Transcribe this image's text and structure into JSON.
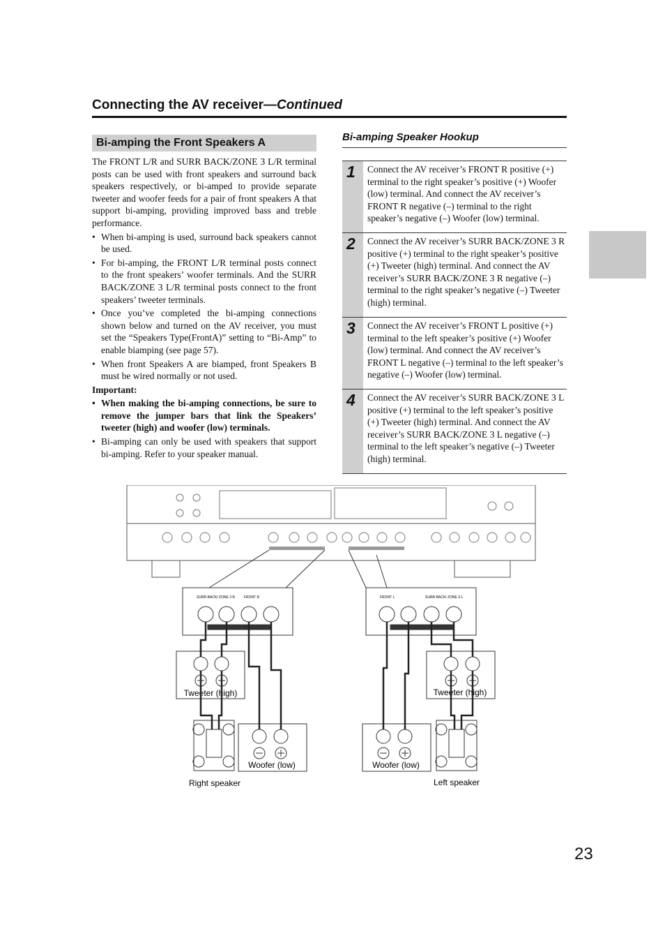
{
  "header": {
    "title": "Connecting the AV receiver",
    "continued": "—Continued"
  },
  "left": {
    "title": "Bi-amping the Front Speakers A",
    "intro": "The FRONT L/R and SURR BACK/ZONE 3 L/R terminal posts can be used with front speakers and surround back speakers respectively, or bi-amped to provide separate tweeter and woofer feeds for a pair of front speakers A that support bi-amping, providing improved bass and treble performance.",
    "bullets": [
      "When bi-amping is used, surround back speakers cannot be used.",
      "For bi-amping, the FRONT L/R terminal posts connect to the front speakers’ woofer terminals. And the SURR BACK/ZONE 3 L/R terminal posts connect to the front speakers’ tweeter terminals.",
      "Once you’ve completed the bi-amping connections shown below and turned on the AV receiver, you must set the “Speakers Type(FrontA)” setting to “Bi-Amp” to enable biamping (see page 57).",
      "When front Speakers A are biamped, front Speakers B must be wired normally or not used."
    ],
    "important_label": "Important:",
    "important_bullets": [
      "When making the bi-amping connections, be sure to remove the jumper bars that link the Speakers’ tweeter (high) and woofer (low) terminals."
    ],
    "last_bullets": [
      "Bi-amping can only be used with speakers that support bi-amping. Refer to your speaker manual."
    ]
  },
  "right": {
    "title": "Bi-amping Speaker Hookup",
    "steps": [
      {
        "num": "1",
        "text": "Connect the AV receiver’s FRONT R positive (+) terminal to the right speaker’s positive (+) Woofer (low) terminal. And connect the AV receiver’s FRONT R negative (–) terminal to the right speaker’s negative (–) Woofer (low) terminal."
      },
      {
        "num": "2",
        "text": "Connect the AV receiver’s SURR BACK/ZONE 3 R positive (+) terminal to the right speaker’s positive (+) Tweeter (high) terminal. And connect the AV receiver’s SURR BACK/ZONE 3 R negative (–) terminal to the right speaker’s negative (–) Tweeter (high) terminal."
      },
      {
        "num": "3",
        "text": "Connect the AV receiver’s FRONT L positive (+) terminal to the left speaker’s positive (+) Woofer (low) terminal. And connect the AV receiver’s FRONT L negative (–) terminal to the left speaker’s negative (–) Woofer (low) terminal."
      },
      {
        "num": "4",
        "text": "Connect the AV receiver’s SURR BACK/ZONE 3 L positive (+) terminal to the left speaker’s positive (+) Tweeter (high) terminal. And connect the AV receiver’s SURR BACK/ZONE 3 L negative (–) terminal to the left speaker’s negative (–) Tweeter (high) terminal."
      }
    ]
  },
  "diagram": {
    "right_tweeter": "Tweeter (high)",
    "right_woofer": "Woofer (low)",
    "right_speaker": "Right speaker",
    "left_tweeter": "Tweeter (high)",
    "left_woofer": "Woofer (low)",
    "left_speaker": "Left speaker",
    "surr_back_r": "SURR BACK/ ZONE 3 R",
    "front_r": "FRONT R",
    "front_l": "FRONT L",
    "surr_back_l": "SURR BACK/ ZONE 3 L"
  },
  "page_number": "23"
}
